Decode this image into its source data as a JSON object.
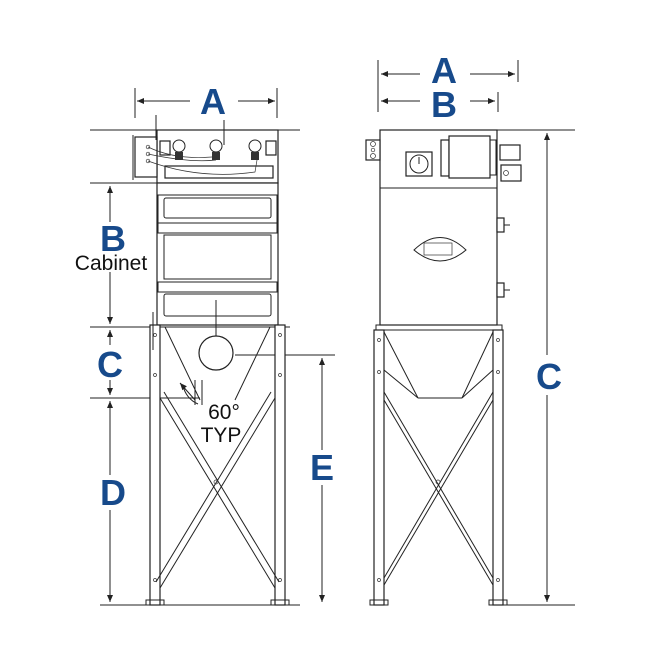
{
  "colors": {
    "label": "#174a8b",
    "line": "#222222"
  },
  "left_view": {
    "dim_a": "A",
    "dim_b": "B",
    "cabinet_label": "Cabinet",
    "dim_c": "C",
    "angle_value": "60°",
    "angle_note": "TYP",
    "dim_d": "D",
    "dim_e": "E"
  },
  "right_view": {
    "dim_a": "A",
    "dim_b": "B",
    "dim_c": "C"
  }
}
